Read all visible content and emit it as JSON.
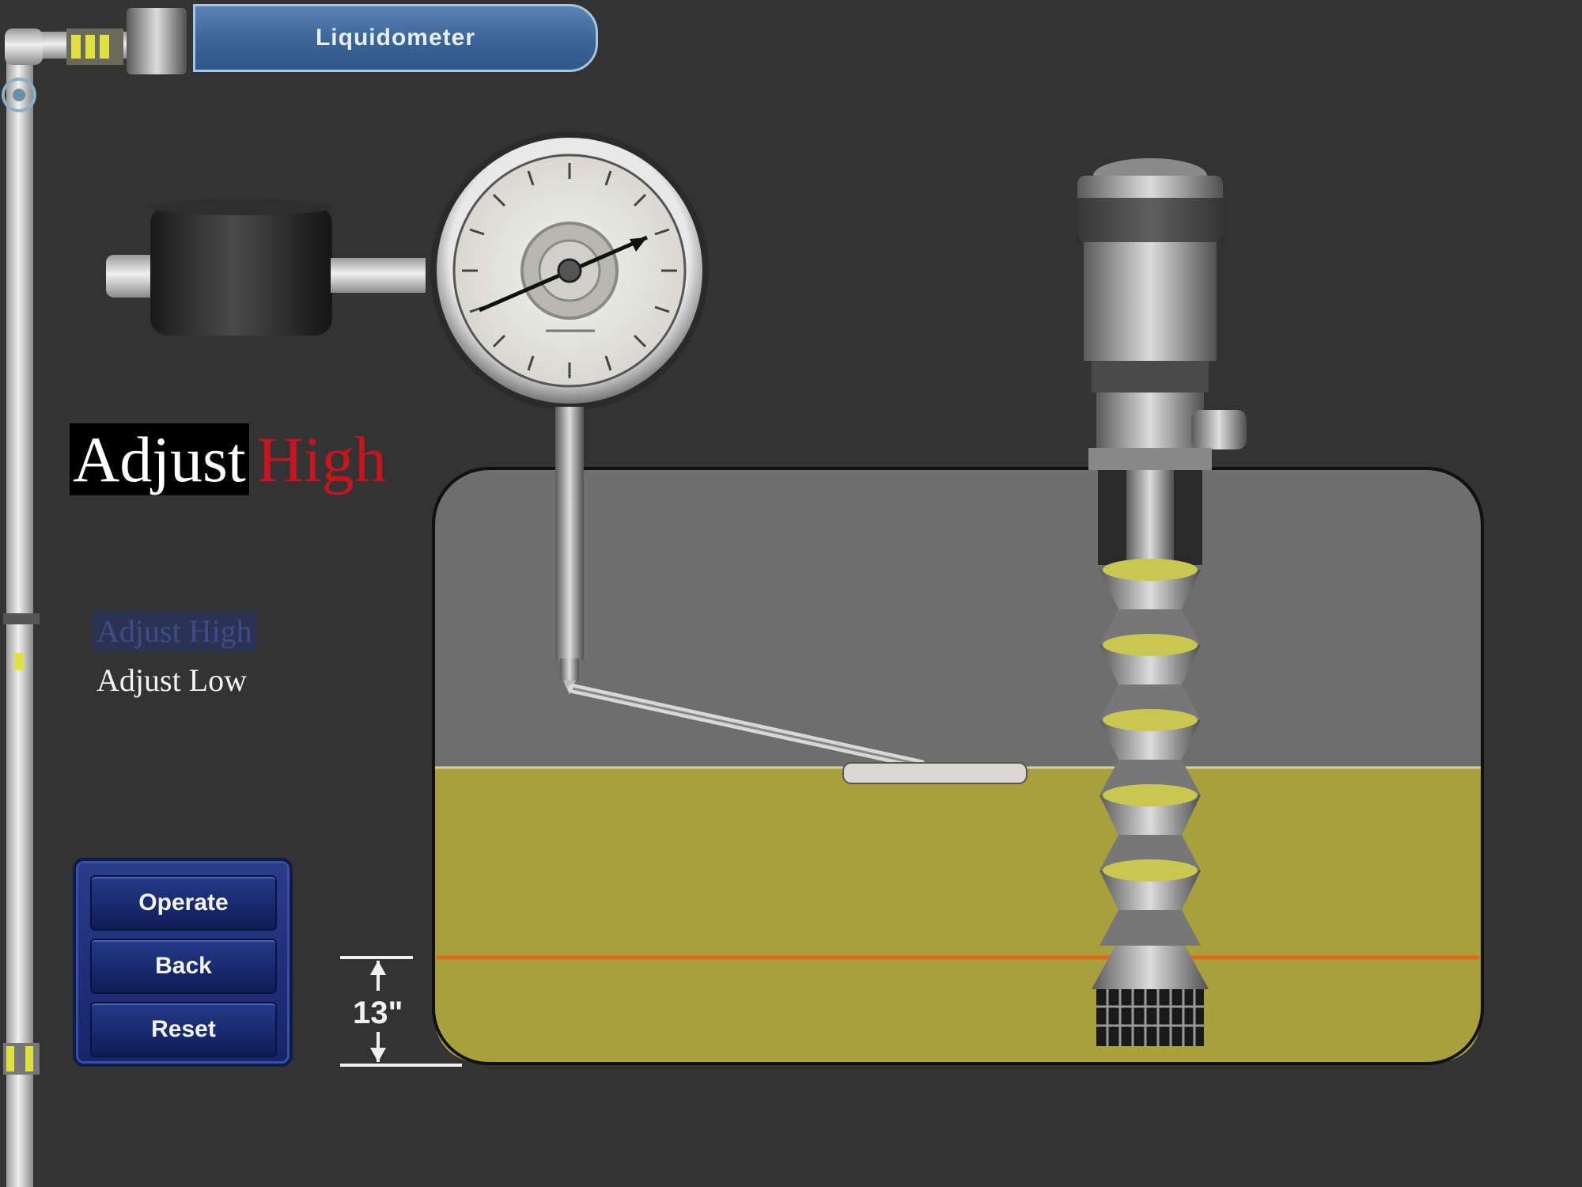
{
  "header": {
    "title": "Liquidometer"
  },
  "mode_title": {
    "word1": "Adjust",
    "word2": "High"
  },
  "options": [
    {
      "label": "Adjust High"
    },
    {
      "label": "Adjust Low"
    }
  ],
  "controls": {
    "operate_label": "Operate",
    "back_label": "Back",
    "reset_label": "Reset"
  },
  "dimension": {
    "label": "13\""
  },
  "colors": {
    "background": "#333333",
    "liquid": "#a8a03c",
    "tank_vapor": "#6e6e6e",
    "mode_highlight": "#c8141c",
    "button_panel": "#1e2c78",
    "reference_line": "#e06a1a"
  }
}
